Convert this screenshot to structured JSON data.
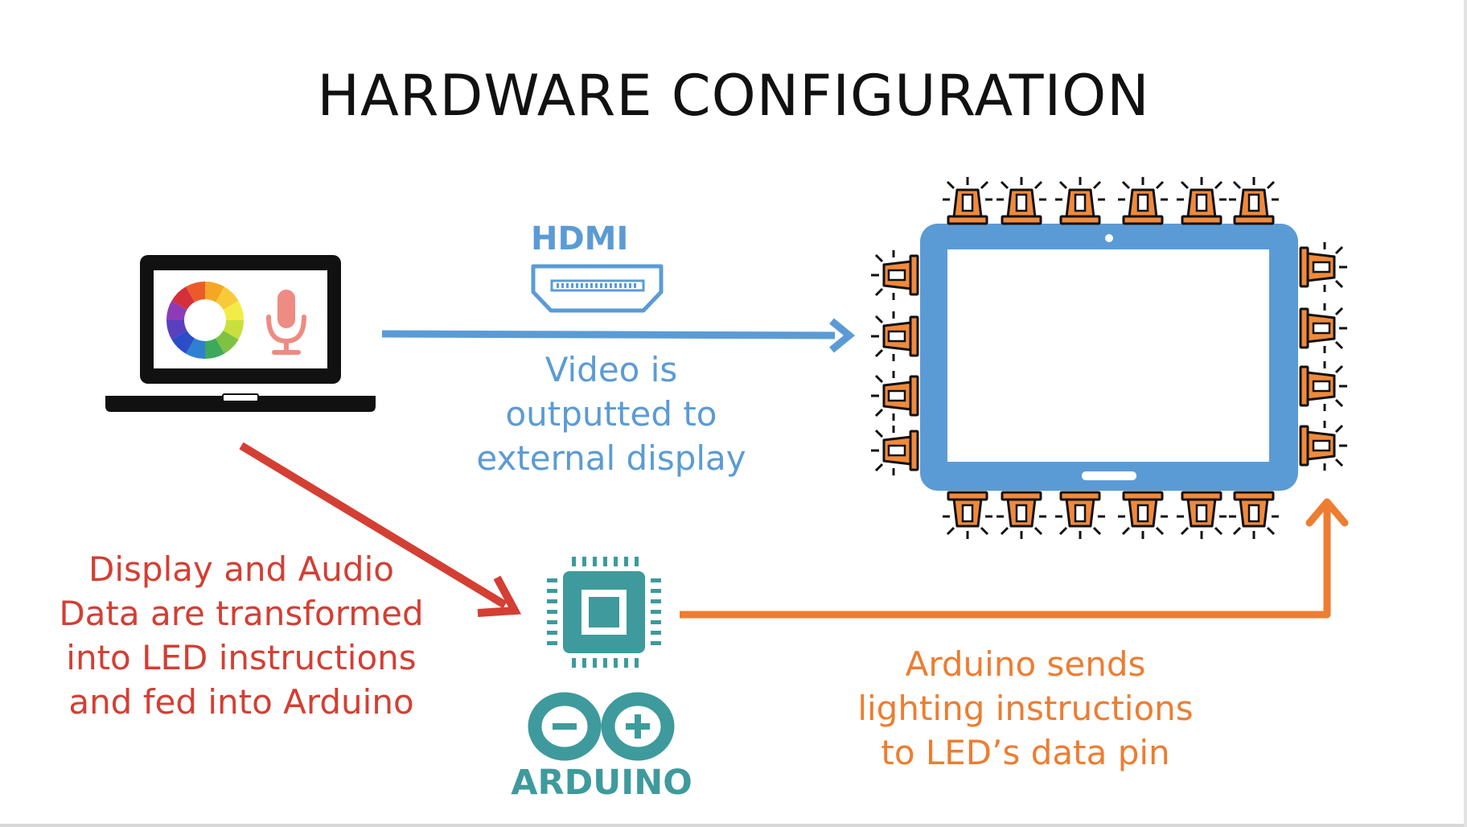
{
  "title": "HARDWARE CONFIGURATION",
  "captions": {
    "video": "Video is\noutputted to\nexternal display",
    "transform": "Display and Audio\nData are transformed\ninto LED instructions\nand fed into Arduino",
    "arduino_sends": "Arduino sends\nlighting instructions\nto LED’s data pin"
  },
  "logos": {
    "hdmi": "HDMI",
    "arduino": "ARDUINO"
  },
  "colors": {
    "blue": "#5B9BD5",
    "red": "#D33F33",
    "orange": "#ED7D31",
    "teal": "#3E9A9C",
    "led_orange": "#F08A3C",
    "mic_pink": "#EE8B82"
  },
  "icons": [
    "laptop-icon",
    "color-wheel-icon",
    "microphone-icon",
    "hdmi-port-icon",
    "microchip-icon",
    "arduino-infinity-icon",
    "tablet-display-icon",
    "led-icon"
  ]
}
